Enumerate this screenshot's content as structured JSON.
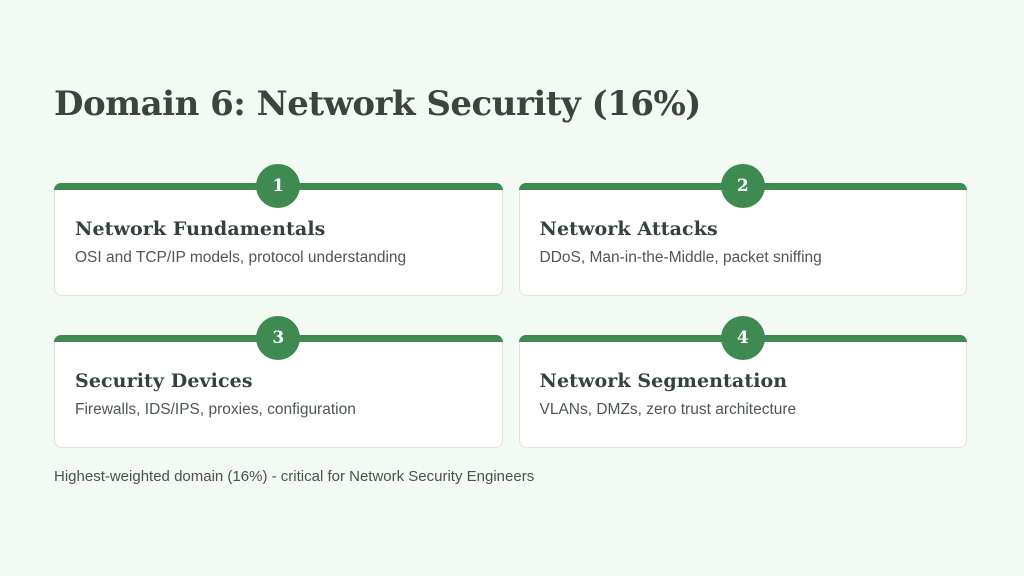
{
  "page": {
    "title": "Domain 6: Network Security (16%)",
    "footnote": "Highest-weighted domain (16%) - critical for Network Security Engineers"
  },
  "cards": [
    {
      "number": "1",
      "title": "Network Fundamentals",
      "description": "OSI and TCP/IP models, protocol understanding"
    },
    {
      "number": "2",
      "title": "Network Attacks",
      "description": "DDoS, Man-in-the-Middle, packet sniffing"
    },
    {
      "number": "3",
      "title": "Security Devices",
      "description": "Firewalls, IDS/IPS, proxies, configuration"
    },
    {
      "number": "4",
      "title": "Network Segmentation",
      "description": "VLANs, DMZs, zero trust architecture"
    }
  ],
  "colors": {
    "accent_green": "#3e8a51",
    "background": "#f3f9f3",
    "heading_text": "#3b453e",
    "card_title_text": "#344239",
    "body_text": "#4e5751",
    "card_border": "#dce4dc",
    "card_background": "#ffffff",
    "badge_text": "#ffffff"
  }
}
